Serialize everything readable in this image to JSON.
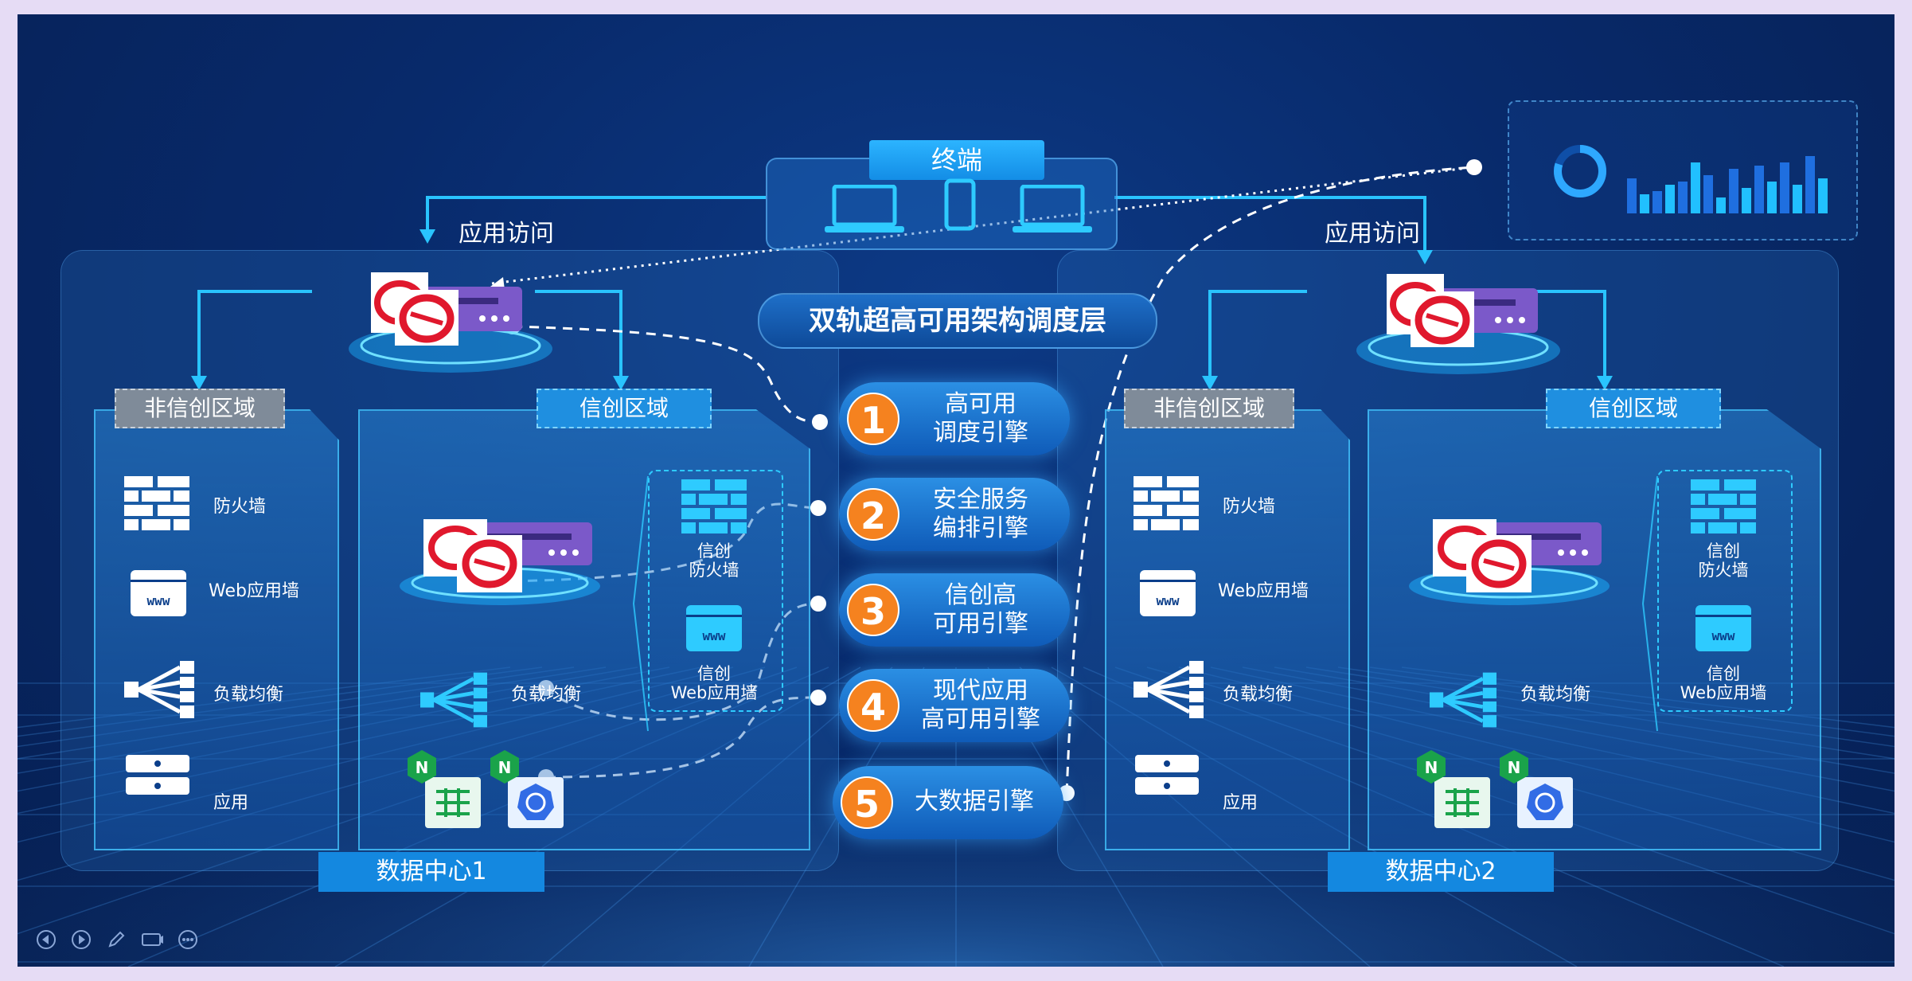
{
  "terminal": {
    "title": "终端"
  },
  "access": {
    "left": "应用访问",
    "right": "应用访问"
  },
  "scheduler_title": "双轨超高可用架构调度层",
  "zones": {
    "non_xc": "非信创区域",
    "xc": "信创区域"
  },
  "non_xc_items": [
    "防火墙",
    "Web应用墙",
    "负载均衡",
    "应用"
  ],
  "xc_items": {
    "firewall": "信创\n防火墙",
    "waf": "信创\nWeb应用墙",
    "lb": "负载均衡"
  },
  "engines": [
    {
      "num": "1",
      "text": "高可用\n调度引擎"
    },
    {
      "num": "2",
      "text": "安全服务\n编排引擎"
    },
    {
      "num": "3",
      "text": "信创高\n可用引擎"
    },
    {
      "num": "4",
      "text": "现代应用\n高可用引擎"
    },
    {
      "num": "5",
      "text": "大数据引擎"
    }
  ],
  "datacenters": [
    "数据中心1",
    "数据中心2"
  ],
  "dashboard": {
    "bar_levels": [
      0.55,
      0.3,
      0.35,
      0.45,
      0.5,
      0.8,
      0.6,
      0.25,
      0.7,
      0.4,
      0.75,
      0.5,
      0.8,
      0.45,
      0.9,
      0.55
    ],
    "ring_fraction": 0.8
  },
  "colors": {
    "accent": "#f5821f",
    "cyan": "#2ecbff",
    "brand_red": "#e0182d",
    "server": "#7b59c9"
  },
  "player_icons": [
    "prev-icon",
    "next-icon",
    "pen-icon",
    "screen-icon",
    "more-icon"
  ]
}
